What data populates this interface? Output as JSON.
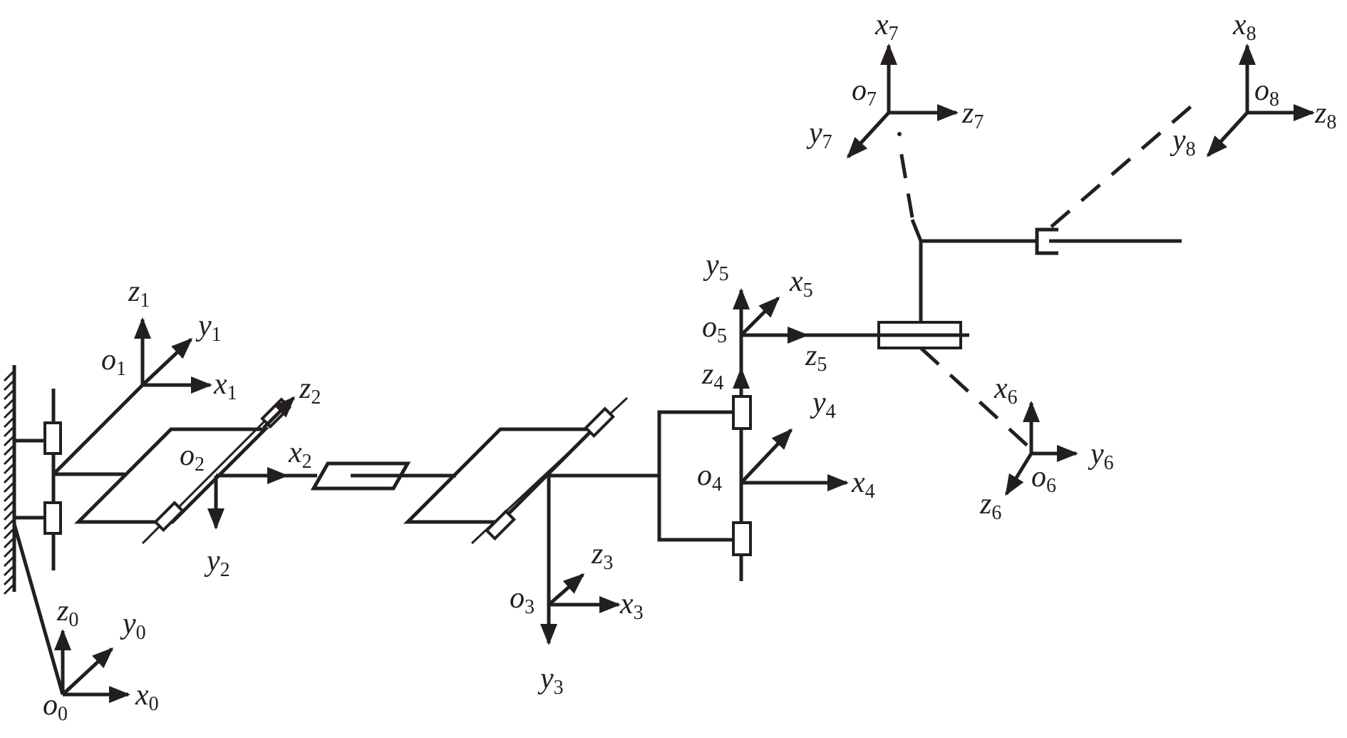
{
  "diagram": {
    "line_color": "#231f20",
    "background": "#ffffff",
    "frames": [
      {
        "origin": {
          "base": "o",
          "sub": "0"
        },
        "axes": [
          {
            "base": "x",
            "sub": "0"
          },
          {
            "base": "y",
            "sub": "0"
          },
          {
            "base": "z",
            "sub": "0"
          }
        ]
      },
      {
        "origin": {
          "base": "o",
          "sub": "1"
        },
        "axes": [
          {
            "base": "x",
            "sub": "1"
          },
          {
            "base": "y",
            "sub": "1"
          },
          {
            "base": "z",
            "sub": "1"
          }
        ]
      },
      {
        "origin": {
          "base": "o",
          "sub": "2"
        },
        "axes": [
          {
            "base": "x",
            "sub": "2"
          },
          {
            "base": "y",
            "sub": "2"
          },
          {
            "base": "z",
            "sub": "2"
          }
        ]
      },
      {
        "origin": {
          "base": "o",
          "sub": "3"
        },
        "axes": [
          {
            "base": "x",
            "sub": "3"
          },
          {
            "base": "y",
            "sub": "3"
          },
          {
            "base": "z",
            "sub": "3"
          }
        ]
      },
      {
        "origin": {
          "base": "o",
          "sub": "4"
        },
        "axes": [
          {
            "base": "x",
            "sub": "4"
          },
          {
            "base": "y",
            "sub": "4"
          },
          {
            "base": "z",
            "sub": "4"
          }
        ]
      },
      {
        "origin": {
          "base": "o",
          "sub": "5"
        },
        "axes": [
          {
            "base": "x",
            "sub": "5"
          },
          {
            "base": "y",
            "sub": "5"
          },
          {
            "base": "z",
            "sub": "5"
          }
        ]
      },
      {
        "origin": {
          "base": "o",
          "sub": "6"
        },
        "axes": [
          {
            "base": "x",
            "sub": "6"
          },
          {
            "base": "y",
            "sub": "6"
          },
          {
            "base": "z",
            "sub": "6"
          }
        ]
      },
      {
        "origin": {
          "base": "o",
          "sub": "7"
        },
        "axes": [
          {
            "base": "x",
            "sub": "7"
          },
          {
            "base": "y",
            "sub": "7"
          },
          {
            "base": "z",
            "sub": "7"
          }
        ]
      },
      {
        "origin": {
          "base": "o",
          "sub": "8"
        },
        "axes": [
          {
            "base": "x",
            "sub": "8"
          },
          {
            "base": "y",
            "sub": "8"
          },
          {
            "base": "z",
            "sub": "8"
          }
        ]
      }
    ]
  }
}
